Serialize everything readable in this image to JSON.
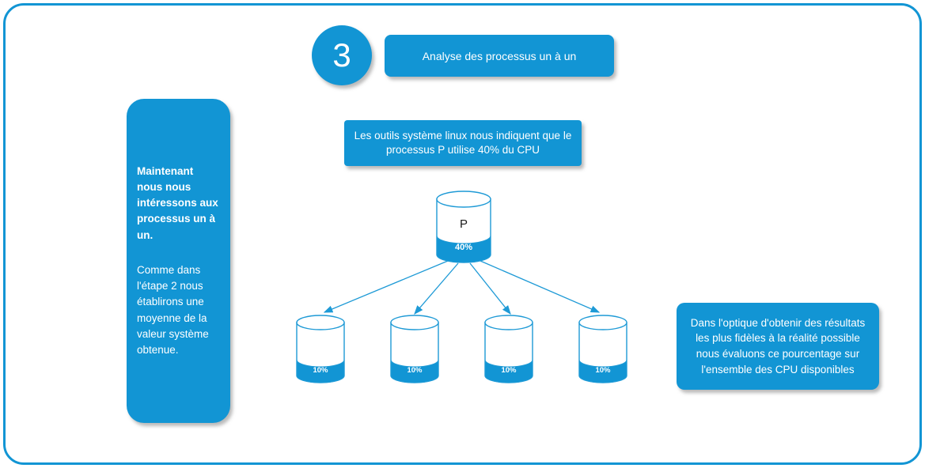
{
  "theme": {
    "accent": "#1295d4",
    "outline": "#1e9ad6",
    "text_on_accent": "#ffffff"
  },
  "step_badge": {
    "number": "3"
  },
  "step_title": {
    "label": "Analyse des processus un à un"
  },
  "left_panel": {
    "intro": "Maintenant nous nous intéressons aux processus un à un.",
    "detail": "Comme dans l'étape 2 nous établirons une moyenne de la valeur système obtenue."
  },
  "top_callout": {
    "text": "Les outils système linux nous indiquent que le processus P utilise 40% du CPU"
  },
  "right_callout": {
    "text": "Dans l'optique d'obtenir des résultats les plus fidèles à la réalité possible nous évaluons ce pourcentage sur l'ensemble des CPU disponibles"
  },
  "process": {
    "label": "P",
    "cpu_usage": "40%"
  },
  "cpus": [
    {
      "usage": "10%"
    },
    {
      "usage": "10%"
    },
    {
      "usage": "10%"
    },
    {
      "usage": "10%"
    }
  ]
}
